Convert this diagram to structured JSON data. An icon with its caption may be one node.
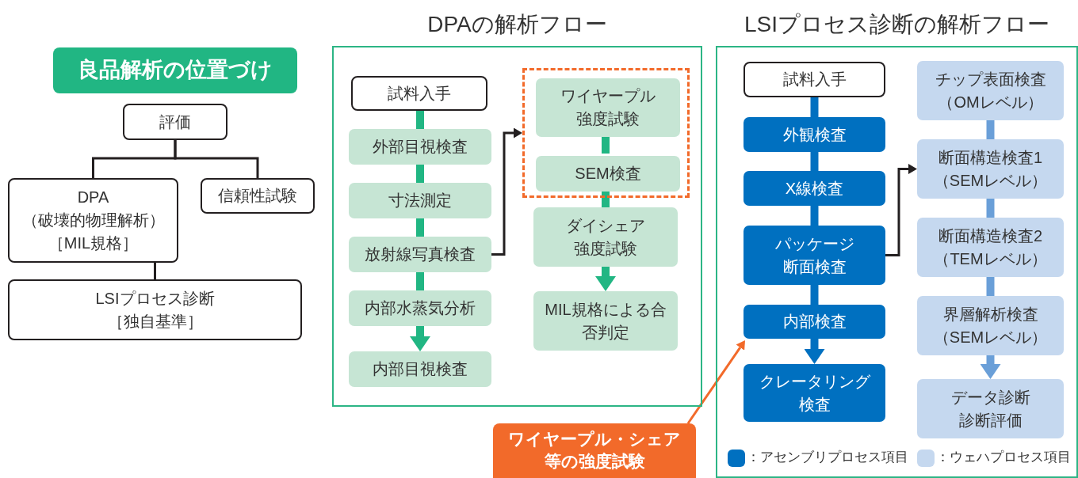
{
  "diagram": {
    "nodes": [
      {
        "text": [
          "良品解析の位置づけ"
        ]
      },
      {
        "text": [
          "評価"
        ]
      },
      {
        "text": [
          "DPA（破壊的物理解析）［MIL規格］"
        ]
      },
      {
        "text": [
          "信頼性試験"
        ]
      },
      {
        "text": [
          "LSIプロセス診断［独自基準］"
        ]
      },
      {
        "text": [
          "DPAの解析フロー"
        ]
      },
      {
        "text": [
          "試料入手"
        ],
        "in": 5
      },
      {
        "text": [
          "外部目視検査"
        ],
        "in": 5
      },
      {
        "text": [
          "寸法測定"
        ],
        "in": 5
      },
      {
        "text": [
          "放射線写真検査"
        ],
        "in": 5
      },
      {
        "text": [
          "内部水蒸気分析"
        ],
        "in": 5
      },
      {
        "text": [
          "内部目視検査"
        ],
        "in": 5
      },
      {
        "text": [],
        "shape": "box",
        "in": 5
      },
      {
        "text": [
          "ワイヤープル強度試験"
        ],
        "in": 12
      },
      {
        "text": [
          "SEM検査"
        ],
        "in": 12
      },
      {
        "text": [
          "ダイシェア強度試験"
        ],
        "in": 5
      },
      {
        "text": [
          "MIL規格による合否判定"
        ],
        "in": 5
      },
      {
        "text": [
          "LSIプロセス診断の解析フロー"
        ]
      },
      {
        "text": [
          "試料入手"
        ],
        "in": 17
      },
      {
        "text": [
          "外観検査"
        ],
        "in": 17
      },
      {
        "text": [
          "X線検査"
        ],
        "in": 17
      },
      {
        "text": [
          "パッケージ断面検査"
        ],
        "in": 17
      },
      {
        "text": [
          "内部検査"
        ],
        "in": 17
      },
      {
        "text": [
          "クレータリング検査"
        ],
        "in": 17
      },
      {
        "text": [
          "チップ表面検査（OMレベル）"
        ],
        "in": 17
      },
      {
        "text": [
          "断面構造検査1（SEMレベル）"
        ],
        "in": 17
      },
      {
        "text": [
          "断面構造検査2（TEMレベル）"
        ],
        "in": 17
      },
      {
        "text": [
          "界層解析検査（SEMレベル）"
        ],
        "in": 17
      },
      {
        "text": [
          "データ診断診断評価"
        ],
        "in": 17
      },
      {
        "text": [
          "ワイヤープル・シェア等の強度試験"
        ]
      }
    ],
    "edges": [
      {
        "from": 1,
        "to": 2,
        "arrow": "none",
        "color": "#231f20"
      },
      {
        "from": 1,
        "to": 3,
        "arrow": "none",
        "color": "#231f20"
      },
      {
        "from": 2,
        "to": 4,
        "arrow": "none",
        "color": "#231f20"
      },
      {
        "from": 6,
        "to": 7,
        "arrow": "none"
      },
      {
        "from": 7,
        "to": 8,
        "arrow": "none"
      },
      {
        "from": 8,
        "to": 9,
        "arrow": "none"
      },
      {
        "from": 9,
        "to": 10,
        "arrow": "none"
      },
      {
        "from": 10,
        "to": 11,
        "arrow": "to"
      },
      {
        "from": 9,
        "to": 12,
        "arrow": "to",
        "color": "#231f20"
      },
      {
        "from": 13,
        "to": 14,
        "arrow": "none"
      },
      {
        "from": 14,
        "to": 15,
        "arrow": "none"
      },
      {
        "from": 15,
        "to": 16,
        "arrow": "to"
      },
      {
        "from": 18,
        "to": 19,
        "arrow": "none",
        "color": "#0070c0"
      },
      {
        "from": 19,
        "to": 20,
        "arrow": "none",
        "color": "#0070c0"
      },
      {
        "from": 20,
        "to": 21,
        "arrow": "none",
        "color": "#0070c0"
      },
      {
        "from": 21,
        "to": 22,
        "arrow": "none",
        "color": "#0070c0"
      },
      {
        "from": 22,
        "to": 23,
        "arrow": "to",
        "color": "#0070c0"
      },
      {
        "from": 21,
        "to": 25,
        "arrow": "to",
        "color": "#231f20"
      },
      {
        "from": 24,
        "to": 25,
        "arrow": "none",
        "color": "#6a9fd8"
      },
      {
        "from": 25,
        "to": 26,
        "arrow": "none",
        "color": "#6a9fd8"
      },
      {
        "from": 26,
        "to": 27,
        "arrow": "none",
        "color": "#6a9fd8"
      },
      {
        "from": 27,
        "to": 28,
        "arrow": "to",
        "color": "#6a9fd8"
      },
      {
        "from": 29,
        "to": 22,
        "arrow": "to",
        "color": "#f26a2a"
      }
    ],
    "legend": [
      {
        "text": "：アセンブリプロセス項目",
        "color": "#0070c0"
      },
      {
        "text": "：ウェハプロセス項目",
        "color": "#c5d8ef"
      }
    ]
  }
}
